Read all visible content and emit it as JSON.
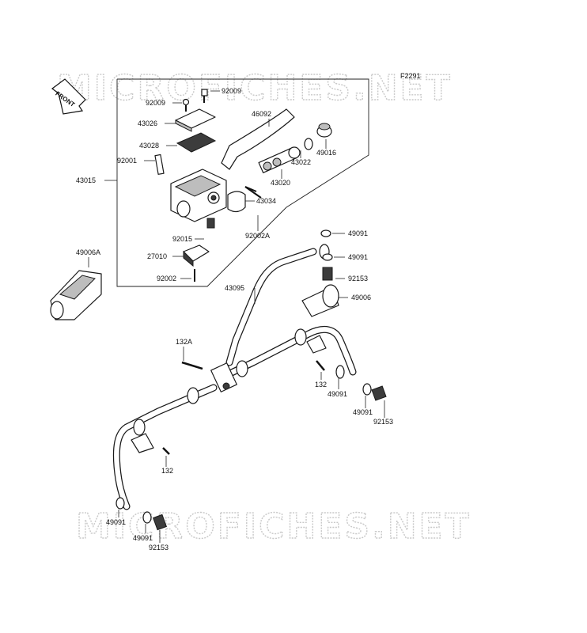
{
  "diagram_code": "F2291",
  "watermark": "MICROFICHES.NET",
  "front_label": "FRONT",
  "labels": {
    "p92009a": "92009",
    "p92009b": "92009",
    "p43026": "43026",
    "p46092": "46092",
    "p43028": "43028",
    "p49016": "49016",
    "p92001": "92001",
    "p43022": "43022",
    "p43015": "43015",
    "p43020": "43020",
    "p43034": "43034",
    "p92015": "92015",
    "p92002A": "92002A",
    "p49006A": "49006A",
    "p27010": "27010",
    "p92002": "92002",
    "p49091a": "49091",
    "p49091b": "49091",
    "p92153a": "92153",
    "p43095": "43095",
    "p49006": "49006",
    "p132A": "132A",
    "p132a": "132",
    "p49091c": "49091",
    "p49091d": "49091",
    "p92153b": "92153",
    "p132b": "132",
    "p49091e": "49091",
    "p49091f": "49091",
    "p92153c": "92153"
  }
}
